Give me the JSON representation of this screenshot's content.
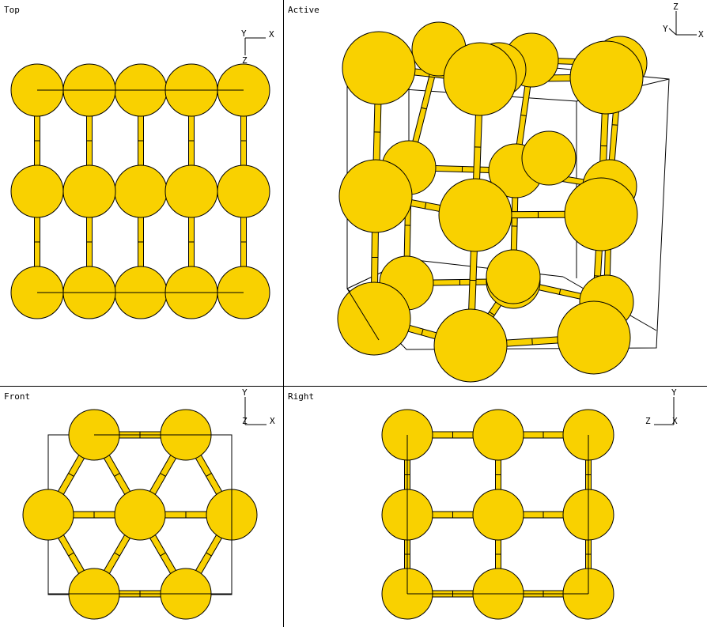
{
  "viewports": {
    "top": {
      "label": "Top",
      "axes": {
        "h": "X",
        "v": "Y",
        "depth": "Z"
      }
    },
    "active": {
      "label": "Active",
      "axes": {
        "h": "X",
        "v": "Z",
        "depth": "Y"
      }
    },
    "front": {
      "label": "Front",
      "axes": {
        "h": "X",
        "v": "Y",
        "depth": "Z"
      }
    },
    "right": {
      "label": "Right",
      "axes": {
        "h": "X",
        "v": "Y",
        "depth": "Z"
      }
    }
  },
  "colors": {
    "atom": "#f9d100",
    "atom_outline": "#000000",
    "bond": "#f9d100",
    "cell": "#000000",
    "background": "#ffffff"
  }
}
